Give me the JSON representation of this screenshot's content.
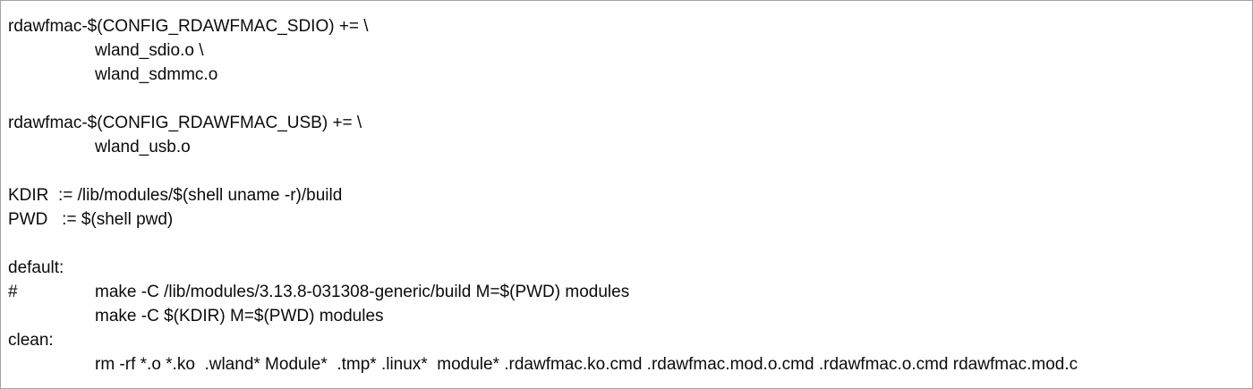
{
  "window": {
    "background": "#ffffff",
    "border_color": "#a3a3a3",
    "text_color": "#0b0b0b"
  },
  "editor": {
    "content_type": "makefile",
    "lines": [
      {
        "indent": 0,
        "text": "rdawfmac-$(CONFIG_RDAWFMAC_SDIO) += \\"
      },
      {
        "indent": 1,
        "text": "wland_sdio.o \\"
      },
      {
        "indent": 1,
        "text": "wland_sdmmc.o"
      },
      {
        "indent": 0,
        "text": ""
      },
      {
        "indent": 0,
        "text": "rdawfmac-$(CONFIG_RDAWFMAC_USB) += \\"
      },
      {
        "indent": 1,
        "text": "wland_usb.o"
      },
      {
        "indent": 0,
        "text": ""
      },
      {
        "indent": 0,
        "text": "KDIR  := /lib/modules/$(shell uname -r)/build"
      },
      {
        "indent": 0,
        "text": "PWD   := $(shell pwd)"
      },
      {
        "indent": 0,
        "text": ""
      },
      {
        "indent": 0,
        "text": "default:"
      },
      {
        "indent": 1,
        "prefix": "#",
        "text": "make -C /lib/modules/3.13.8-031308-generic/build M=$(PWD) modules"
      },
      {
        "indent": 1,
        "text": "make -C $(KDIR) M=$(PWD) modules"
      },
      {
        "indent": 0,
        "text": "clean:"
      },
      {
        "indent": 1,
        "text": "rm -rf *.o *.ko  .wland* Module*  .tmp* .linux*  module* .rdawfmac.ko.cmd .rdawfmac.mod.o.cmd .rdawfmac.o.cmd rdawfmac.mod.c"
      }
    ]
  }
}
